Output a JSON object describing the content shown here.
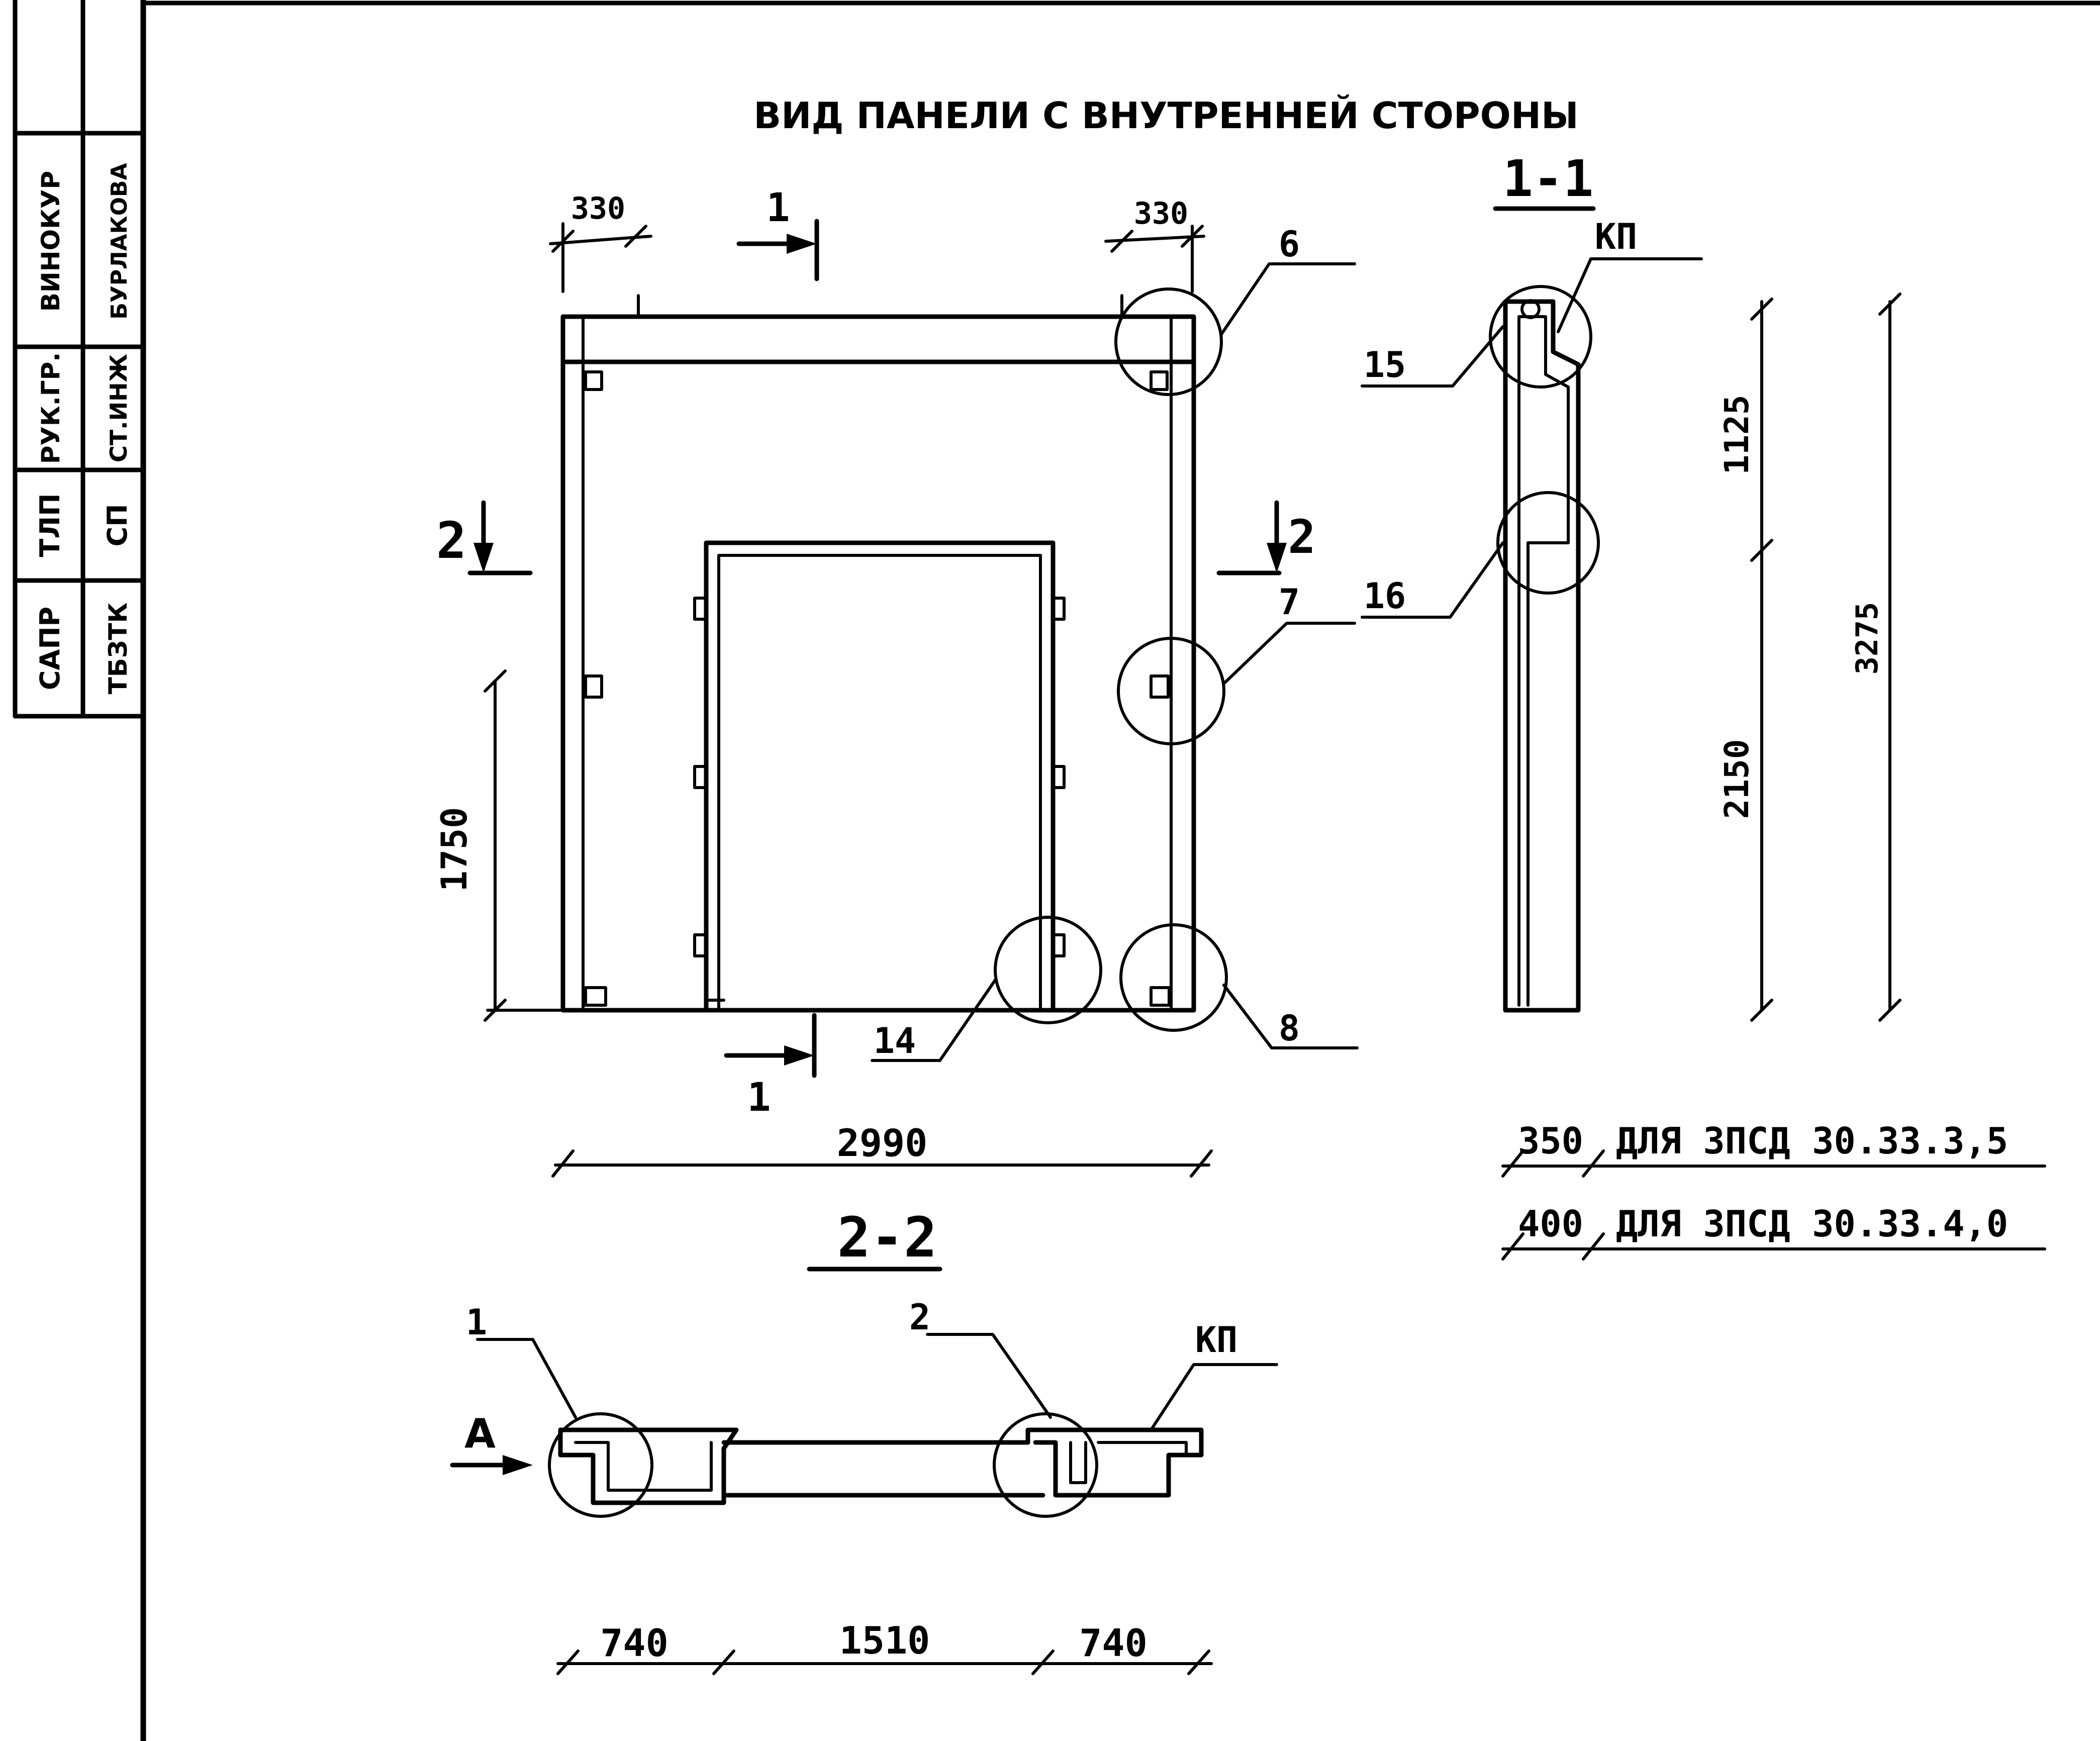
{
  "title": "ВИД ПАНЕЛИ С ВНУТРЕННЕЙ СТОРОНЫ",
  "title_block": {
    "col1": [
      "ВИНОКУР",
      "РУК.ГР.",
      "ТЛП",
      "САПР"
    ],
    "col2": [
      "БУРЛАКОВА",
      "СТ.ИНЖ",
      "СП",
      "ТБЗТК"
    ]
  },
  "front_view": {
    "dims": {
      "top_left": "330",
      "top_right": "330",
      "left_height": "1750",
      "overall_width": "2990"
    },
    "section_marks": {
      "sec1_top": "1",
      "sec1_bottom": "1",
      "sec2_left": "2",
      "sec2_right": "2"
    },
    "callouts": {
      "c6": "6",
      "c7": "7",
      "c8": "8",
      "c14": "14"
    }
  },
  "section_1_1": {
    "title": "1-1",
    "label_kp": "КП",
    "callouts": {
      "c15": "15",
      "c16": "16"
    },
    "dims": {
      "upper": "1125",
      "lower": "2150",
      "total": "3275"
    },
    "thickness_notes": [
      {
        "value": "350",
        "text": "ДЛЯ 3ПСД 30.33.3,5"
      },
      {
        "value": "400",
        "text": "ДЛЯ 3ПСД 30.33.4,0"
      }
    ]
  },
  "section_2_2": {
    "title": "2-2",
    "label_kp": "КП",
    "view_arrow": "А",
    "callouts": {
      "c1": "1",
      "c2": "2"
    },
    "dims": {
      "left": "740",
      "middle": "1510",
      "right": "740"
    }
  }
}
